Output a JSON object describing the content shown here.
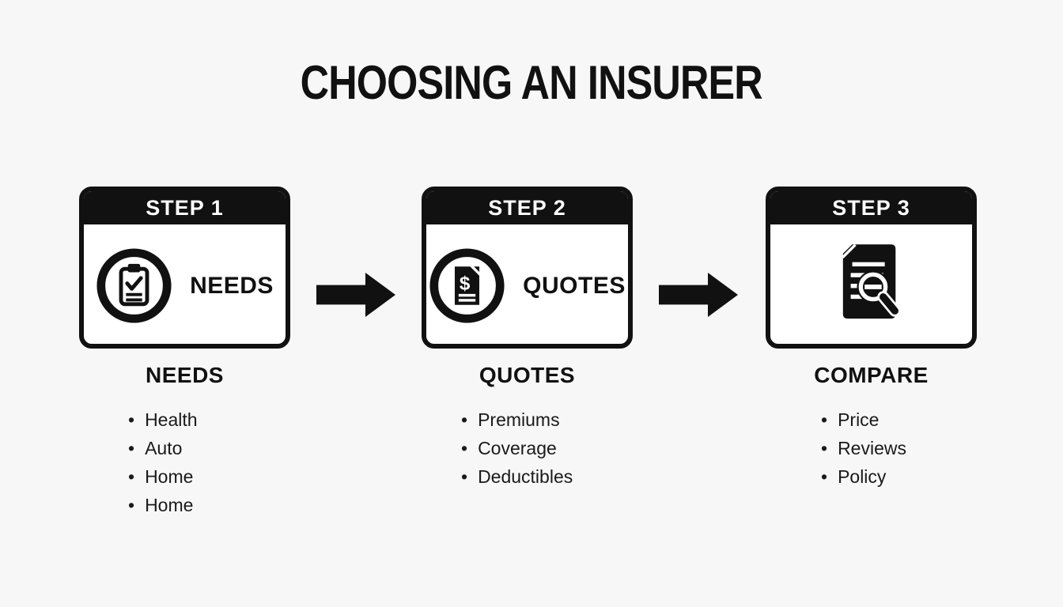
{
  "title": "CHOOSING AN INSURER",
  "steps": [
    {
      "header": "STEP 1",
      "card_label": "NEEDS",
      "icon": "clipboard-check-icon",
      "list_title": "NEEDS",
      "items": [
        "Health",
        "Auto",
        "Home",
        "Home"
      ]
    },
    {
      "header": "STEP 2",
      "card_label": "QUOTES",
      "icon": "dollar-document-icon",
      "list_title": "QUOTES",
      "items": [
        "Premiums",
        "Coverage",
        "Deductibles"
      ]
    },
    {
      "header": "STEP 3",
      "card_label": "",
      "icon": "document-search-icon",
      "list_title": "COMPARE",
      "items": [
        "Price",
        "Reviews",
        "Policy"
      ]
    }
  ],
  "icons": {
    "step1_dollar_glyph": "$"
  },
  "colors": {
    "background": "#f7f7f7",
    "card_background": "#ffffff",
    "ink": "#111111",
    "header_text": "#ffffff"
  }
}
